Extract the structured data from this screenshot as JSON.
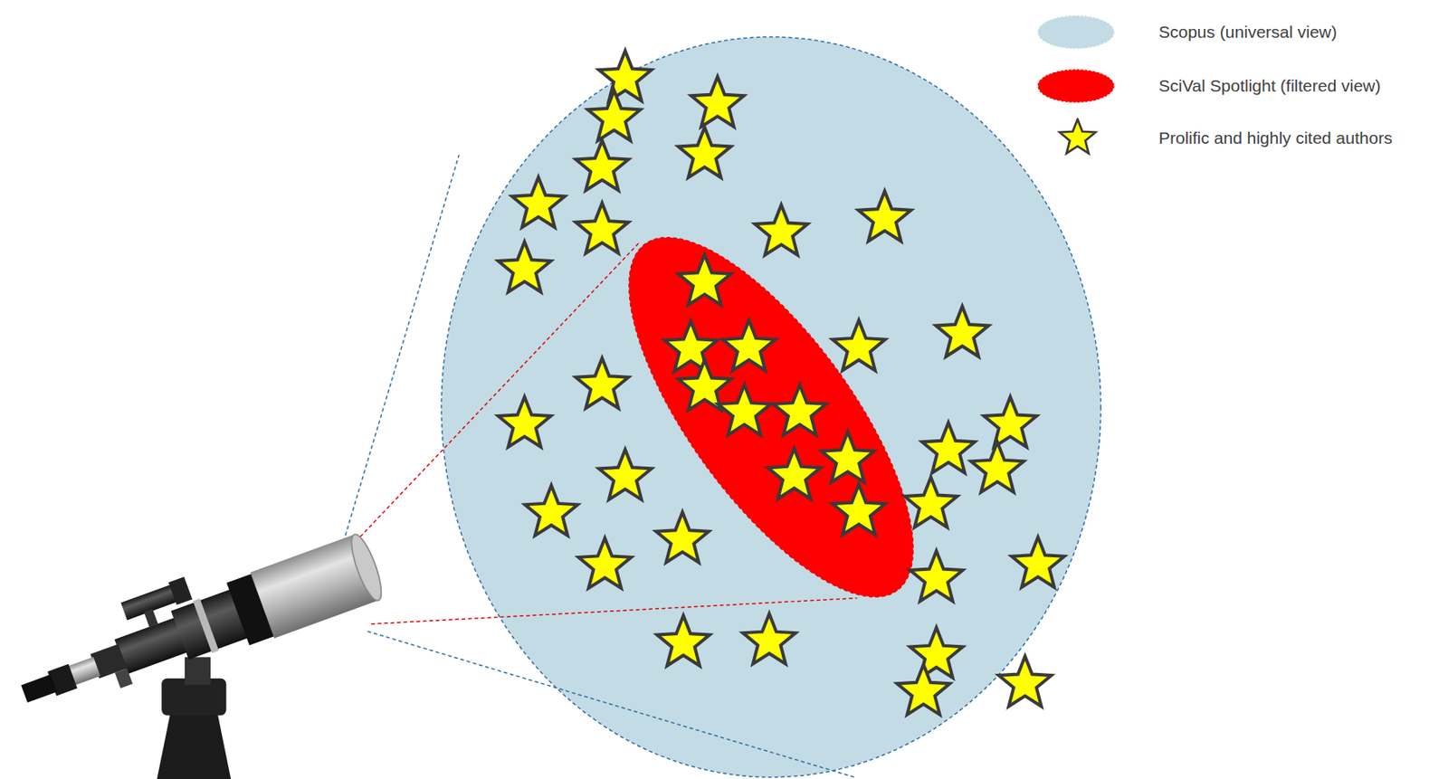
{
  "diagram": {
    "legend": [
      {
        "text": "Scopus (universal view)",
        "color": "#c3dbe5"
      },
      {
        "text": "SciVal Spotlight (filtered view)",
        "color": "#ff0000"
      },
      {
        "text": "Prolific and highly cited authors"
      }
    ]
  }
}
